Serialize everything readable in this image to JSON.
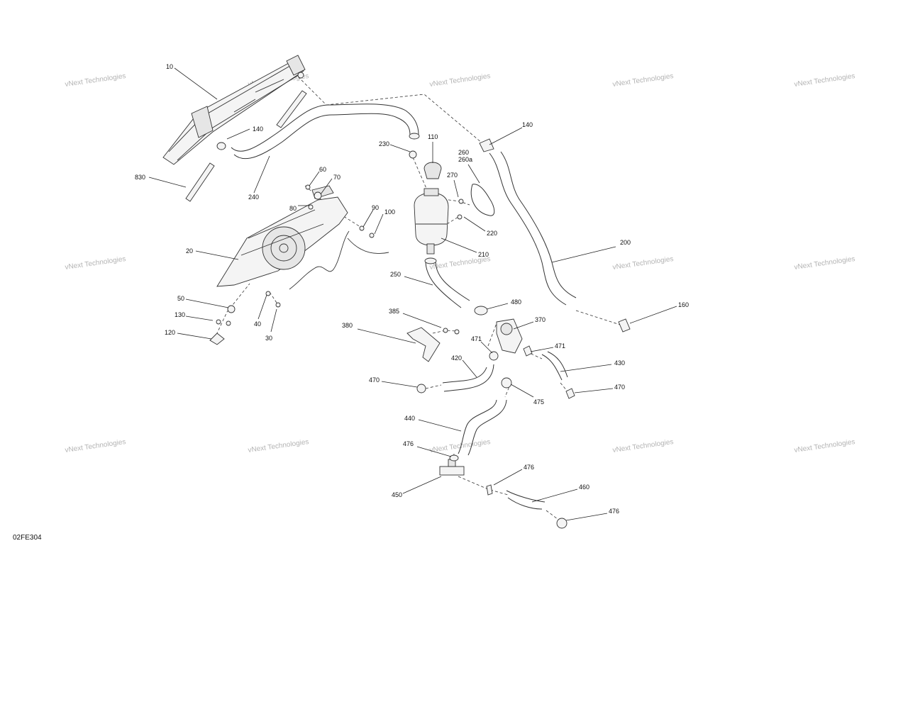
{
  "diagram_code": "02FE304",
  "watermark_text": "vNext Technologies",
  "callouts": [
    {
      "label": "10"
    },
    {
      "label": "140"
    },
    {
      "label": "830"
    },
    {
      "label": "240"
    },
    {
      "label": "60"
    },
    {
      "label": "70"
    },
    {
      "label": "80"
    },
    {
      "label": "90"
    },
    {
      "label": "100"
    },
    {
      "label": "20"
    },
    {
      "label": "50"
    },
    {
      "label": "130"
    },
    {
      "label": "120"
    },
    {
      "label": "40"
    },
    {
      "label": "30"
    },
    {
      "label": "230"
    },
    {
      "label": "110"
    },
    {
      "label": "260"
    },
    {
      "label": "260a"
    },
    {
      "label": "270"
    },
    {
      "label": "220"
    },
    {
      "label": "210"
    },
    {
      "label": "140"
    },
    {
      "label": "200"
    },
    {
      "label": "160"
    },
    {
      "label": "250"
    },
    {
      "label": "480"
    },
    {
      "label": "385"
    },
    {
      "label": "370"
    },
    {
      "label": "380"
    },
    {
      "label": "471"
    },
    {
      "label": "471"
    },
    {
      "label": "420"
    },
    {
      "label": "430"
    },
    {
      "label": "470"
    },
    {
      "label": "470"
    },
    {
      "label": "475"
    },
    {
      "label": "440"
    },
    {
      "label": "476"
    },
    {
      "label": "476"
    },
    {
      "label": "450"
    },
    {
      "label": "460"
    },
    {
      "label": "476"
    }
  ]
}
